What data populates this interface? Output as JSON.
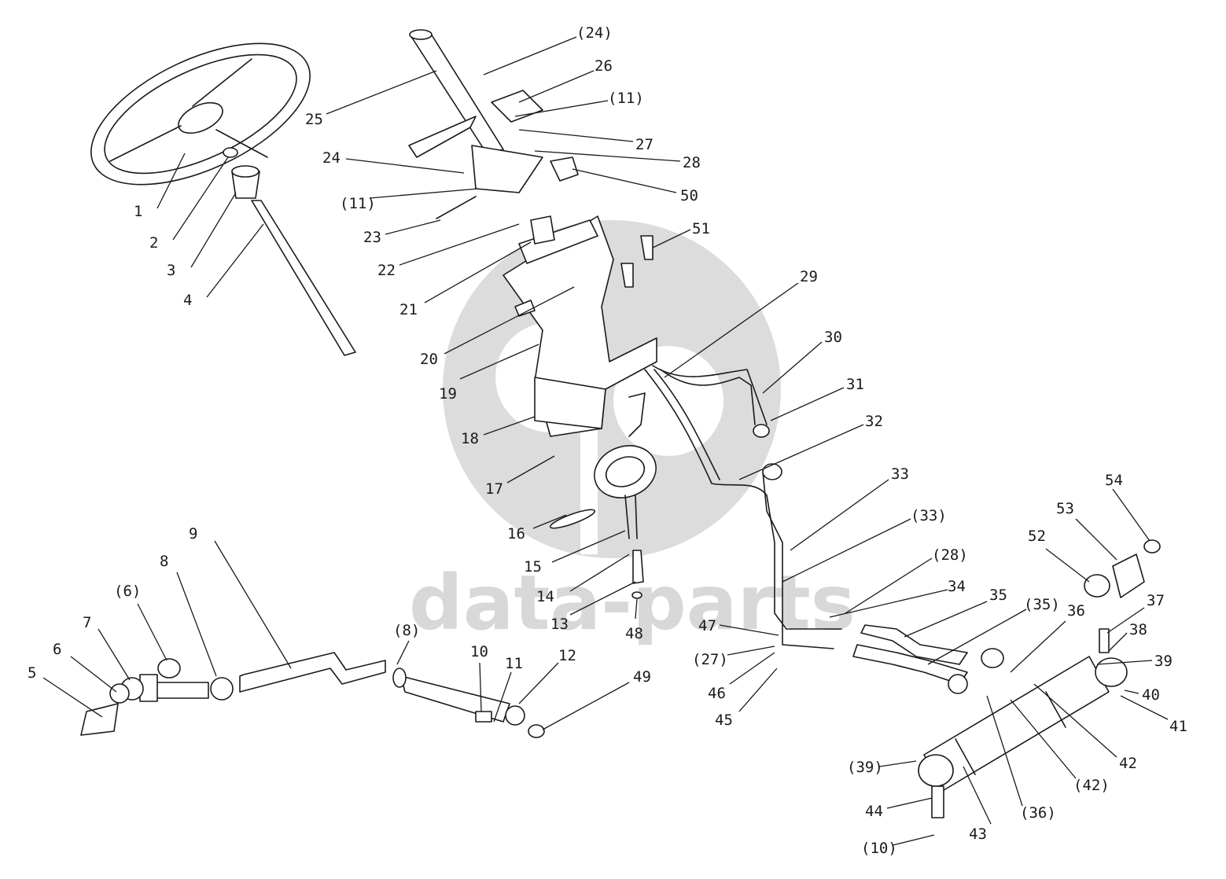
{
  "watermark": {
    "text": "data-parts",
    "color": "#d5d5d5"
  },
  "callouts": [
    {
      "label": "1"
    },
    {
      "label": "2"
    },
    {
      "label": "3"
    },
    {
      "label": "4"
    },
    {
      "label": "5"
    },
    {
      "label": "6"
    },
    {
      "label": "(6)"
    },
    {
      "label": "7"
    },
    {
      "label": "8"
    },
    {
      "label": "(8)"
    },
    {
      "label": "9"
    },
    {
      "label": "10"
    },
    {
      "label": "11"
    },
    {
      "label": "12"
    },
    {
      "label": "13"
    },
    {
      "label": "14"
    },
    {
      "label": "15"
    },
    {
      "label": "16"
    },
    {
      "label": "17"
    },
    {
      "label": "18"
    },
    {
      "label": "19"
    },
    {
      "label": "20"
    },
    {
      "label": "21"
    },
    {
      "label": "22"
    },
    {
      "label": "23"
    },
    {
      "label": "24"
    },
    {
      "label": "(24)"
    },
    {
      "label": "25"
    },
    {
      "label": "26"
    },
    {
      "label": "(11)"
    },
    {
      "label": "27"
    },
    {
      "label": "28"
    },
    {
      "label": "(11)"
    },
    {
      "label": "50"
    },
    {
      "label": "51"
    },
    {
      "label": "29"
    },
    {
      "label": "30"
    },
    {
      "label": "31"
    },
    {
      "label": "32"
    },
    {
      "label": "33"
    },
    {
      "label": "(33)"
    },
    {
      "label": "(28)"
    },
    {
      "label": "34"
    },
    {
      "label": "35"
    },
    {
      "label": "(35)"
    },
    {
      "label": "36"
    },
    {
      "label": "47"
    },
    {
      "label": "(27)"
    },
    {
      "label": "46"
    },
    {
      "label": "45"
    },
    {
      "label": "48"
    },
    {
      "label": "49"
    },
    {
      "label": "52"
    },
    {
      "label": "53"
    },
    {
      "label": "54"
    },
    {
      "label": "37"
    },
    {
      "label": "38"
    },
    {
      "label": "39"
    },
    {
      "label": "40"
    },
    {
      "label": "41"
    },
    {
      "label": "42"
    },
    {
      "label": "(42)"
    },
    {
      "label": "(36)"
    },
    {
      "label": "43"
    },
    {
      "label": "(39)"
    },
    {
      "label": "44"
    },
    {
      "label": "(10)"
    }
  ]
}
